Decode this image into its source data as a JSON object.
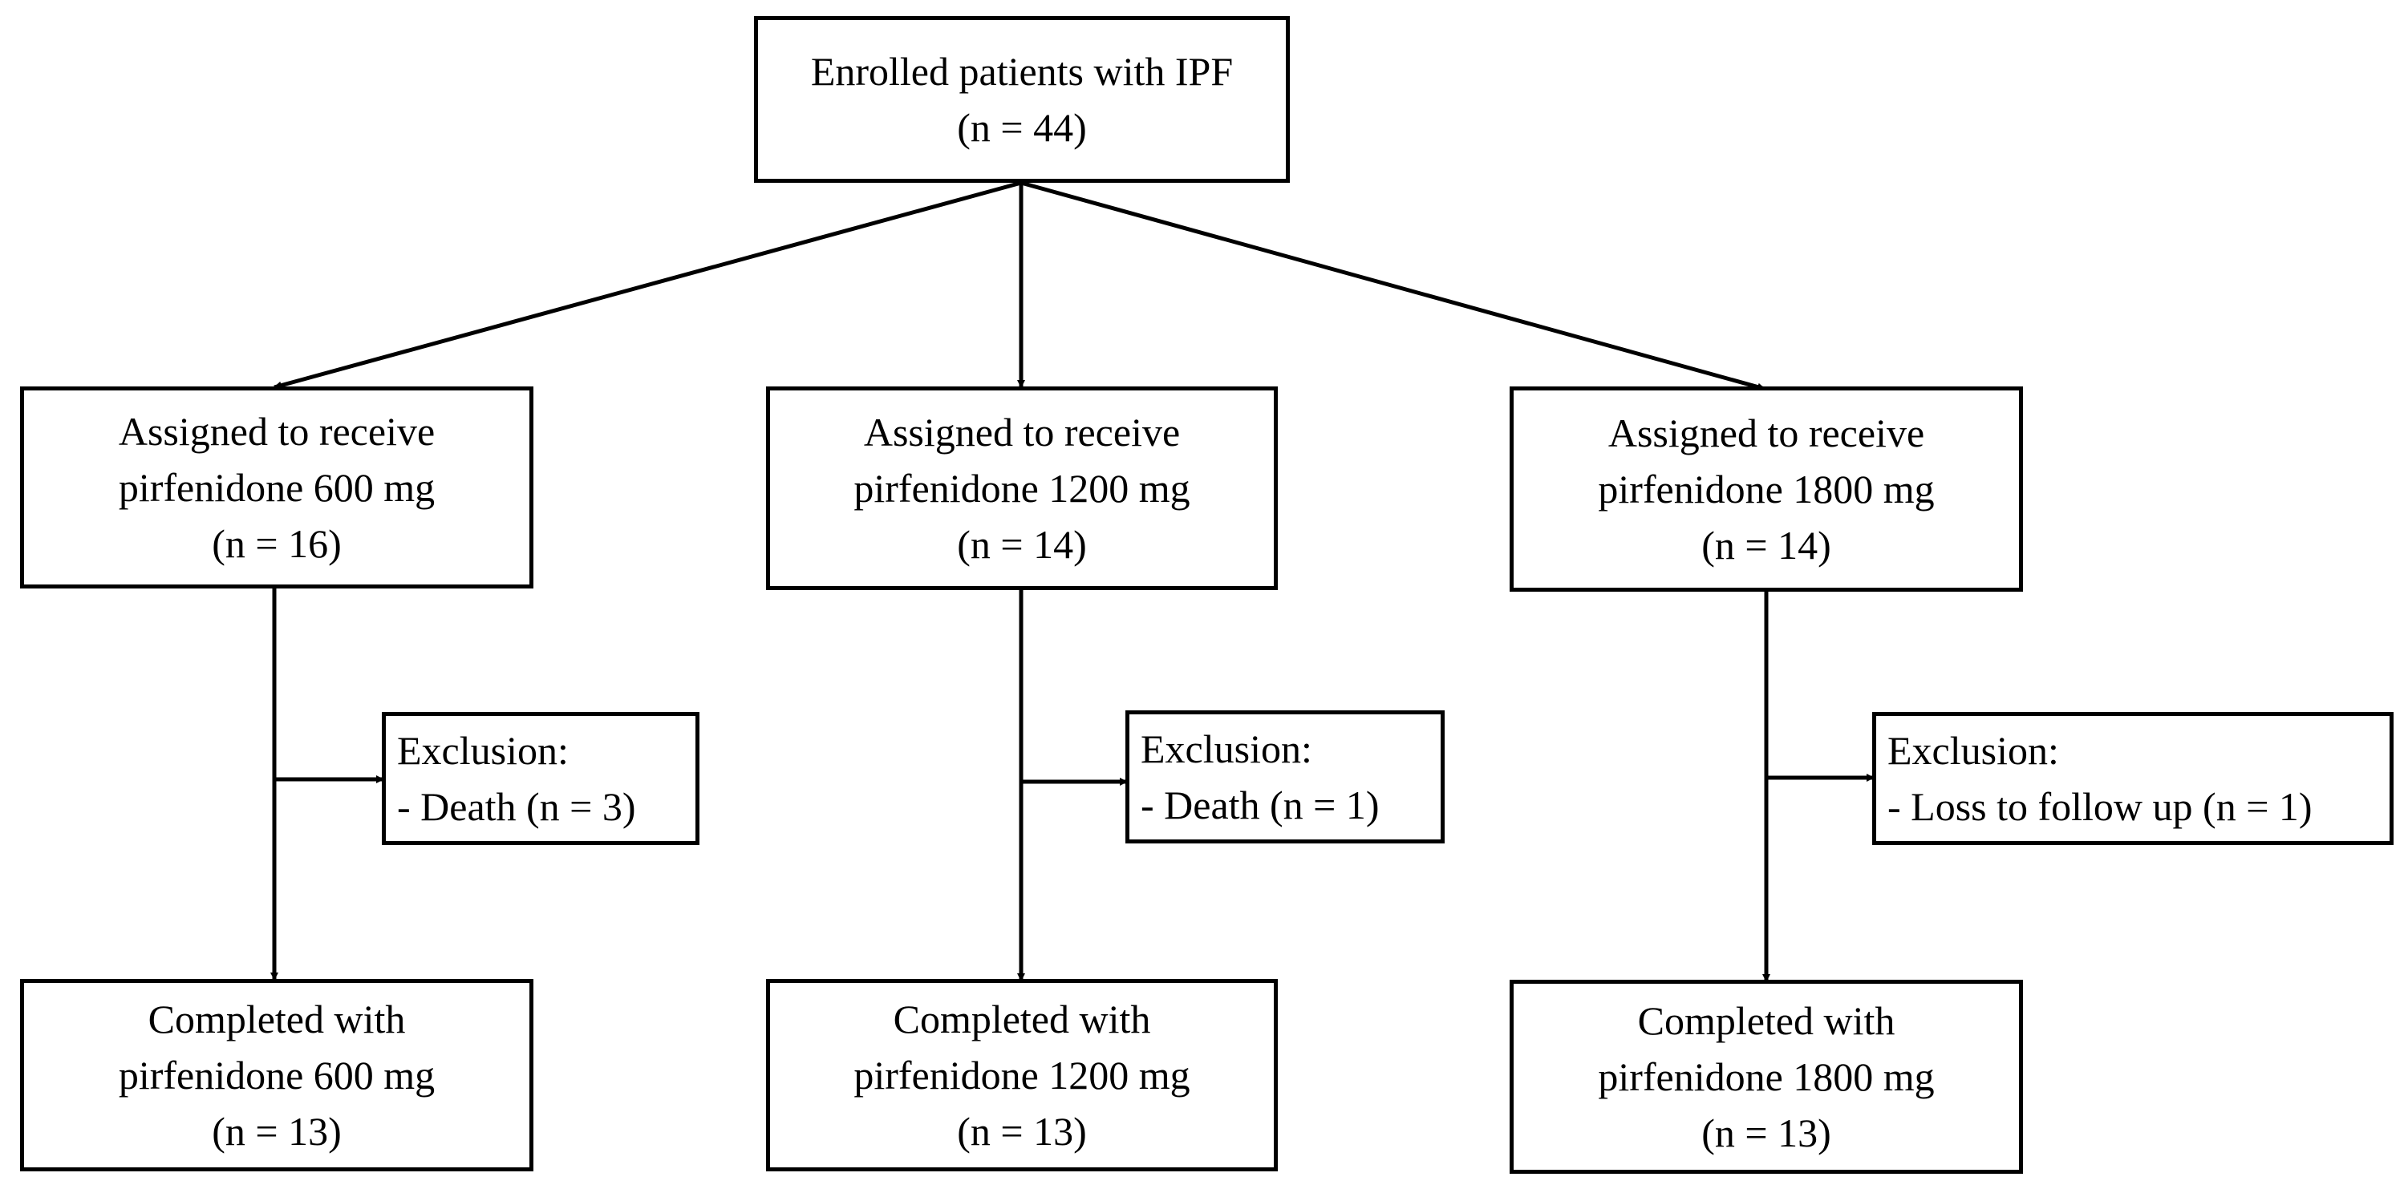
{
  "enrolled": {
    "title": "Enrolled patients with IPF",
    "n": "(n = 44)"
  },
  "arms": [
    {
      "assigned_line1": "Assigned to receive",
      "assigned_line2": "pirfenidone 600 mg",
      "assigned_n": "(n = 16)",
      "exclusion_title": "Exclusion:",
      "exclusion_reason": " - Death (n = 3)",
      "completed_line1": "Completed with",
      "completed_line2": "pirfenidone 600 mg",
      "completed_n": "(n = 13)"
    },
    {
      "assigned_line1": "Assigned to receive",
      "assigned_line2": "pirfenidone 1200 mg",
      "assigned_n": "(n = 14)",
      "exclusion_title": "Exclusion:",
      "exclusion_reason": " - Death (n = 1)",
      "completed_line1": "Completed with",
      "completed_line2": "pirfenidone 1200 mg",
      "completed_n": "(n = 13)"
    },
    {
      "assigned_line1": "Assigned to receive",
      "assigned_line2": "pirfenidone 1800 mg",
      "assigned_n": "(n = 14)",
      "exclusion_title": "Exclusion:",
      "exclusion_reason": " - Loss to follow up (n = 1)",
      "completed_line1": "Completed with",
      "completed_line2": "pirfenidone 1800 mg",
      "completed_n": "(n = 13)"
    }
  ],
  "colors": {
    "line": "#000000",
    "background": "#ffffff"
  }
}
